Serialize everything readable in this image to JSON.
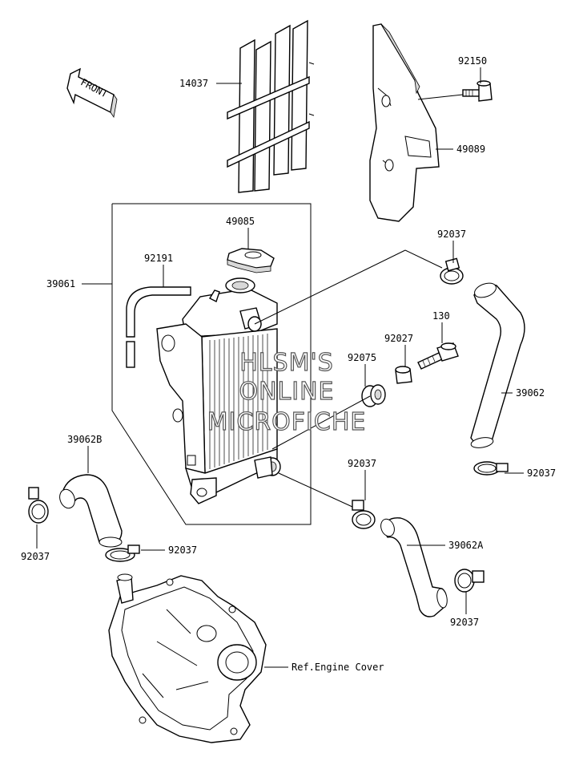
{
  "front_arrow": {
    "label": "FRONT"
  },
  "labels": {
    "p14037": "14037",
    "p92150": "92150",
    "p49089": "49089",
    "p49085": "49085",
    "p92191": "92191",
    "p39061": "39061",
    "p92037_upper_right": "92037",
    "p130": "130",
    "p92027": "92027",
    "p92075": "92075",
    "p39062": "39062",
    "p92037_right": "92037",
    "p39062B": "39062B",
    "p92037_center": "92037",
    "p92037_left": "92037",
    "p92037_lower": "92037",
    "p39062A": "39062A",
    "p92037_bottom_right": "92037",
    "ref_engine_cover": "Ref.Engine Cover"
  },
  "watermark": {
    "line1": "HLSM'S",
    "line2": "ONLINE",
    "line3": "MICROFICHE"
  }
}
